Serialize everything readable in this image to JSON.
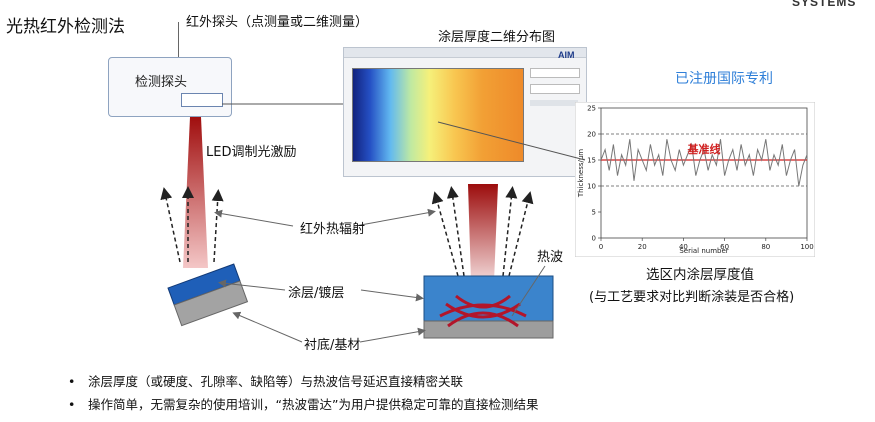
{
  "brand": "SYSTEMS",
  "title": "光热红外检测法",
  "labels": {
    "probe_callout": "红外探头（点测量或二维测量）",
    "probe_box": "检测探头",
    "led": "LED调制光激励",
    "thickness_map": "涂层厚度二维分布图",
    "software_logo": "AIM",
    "patent": "已注册国际专利",
    "ir_radiation": "红外热辐射",
    "coating": "涂层/镀层",
    "substrate": "衬底/基材",
    "heat_wave": "热波",
    "selection_title": "选区内涂层厚度值",
    "selection_note": "(与工艺要求对比判断涂装是否合格)"
  },
  "bullets": [
    "涂层厚度（或硬度、孔隙率、缺陷等）与热波信号延迟直接精密关联",
    "操作简单，无需复杂的使用培训，“热波雷达”为用户提供稳定可靠的直接检测结果"
  ],
  "colors": {
    "accent_blue": "#2f7fd8",
    "coating_blue": "#3b84cc",
    "substrate_gray": "#9a9a9a",
    "beam_red": "#b01010",
    "baseline_red": "#d02020"
  },
  "chart_data": {
    "type": "line",
    "xlabel": "Serial number",
    "ylabel": "Thickness/μm",
    "xlim": [
      0,
      100
    ],
    "ylim": [
      0,
      25
    ],
    "xticks": [
      0,
      20,
      40,
      60,
      80,
      100
    ],
    "yticks": [
      0,
      5,
      10,
      15,
      20,
      25
    ],
    "reference_lines": [
      {
        "label": "基准线",
        "value": 15
      },
      {
        "label": "",
        "value": 20
      },
      {
        "label": "",
        "value": 10
      }
    ],
    "series": [
      {
        "x": [
          0,
          2,
          4,
          6,
          8,
          10,
          12,
          14,
          16,
          18,
          20,
          22,
          24,
          26,
          28,
          30,
          32,
          34,
          36,
          38,
          40,
          42,
          44,
          46,
          48,
          50,
          52,
          54,
          56,
          58,
          60,
          62,
          64,
          66,
          68,
          70,
          72,
          74,
          76,
          78,
          80,
          82,
          84,
          86,
          88,
          90,
          92,
          94,
          96,
          98,
          100
        ],
        "values": [
          15,
          17,
          13,
          18,
          12,
          16,
          14,
          19,
          11,
          17,
          15,
          13,
          18,
          14,
          16,
          12,
          19,
          15,
          13,
          17,
          14,
          16,
          18,
          12,
          15,
          17,
          13,
          16,
          14,
          19,
          12,
          15,
          17,
          13,
          18,
          14,
          16,
          12,
          17,
          15,
          19,
          13,
          16,
          14,
          18,
          12,
          15,
          17,
          10,
          14,
          16
        ]
      }
    ]
  }
}
